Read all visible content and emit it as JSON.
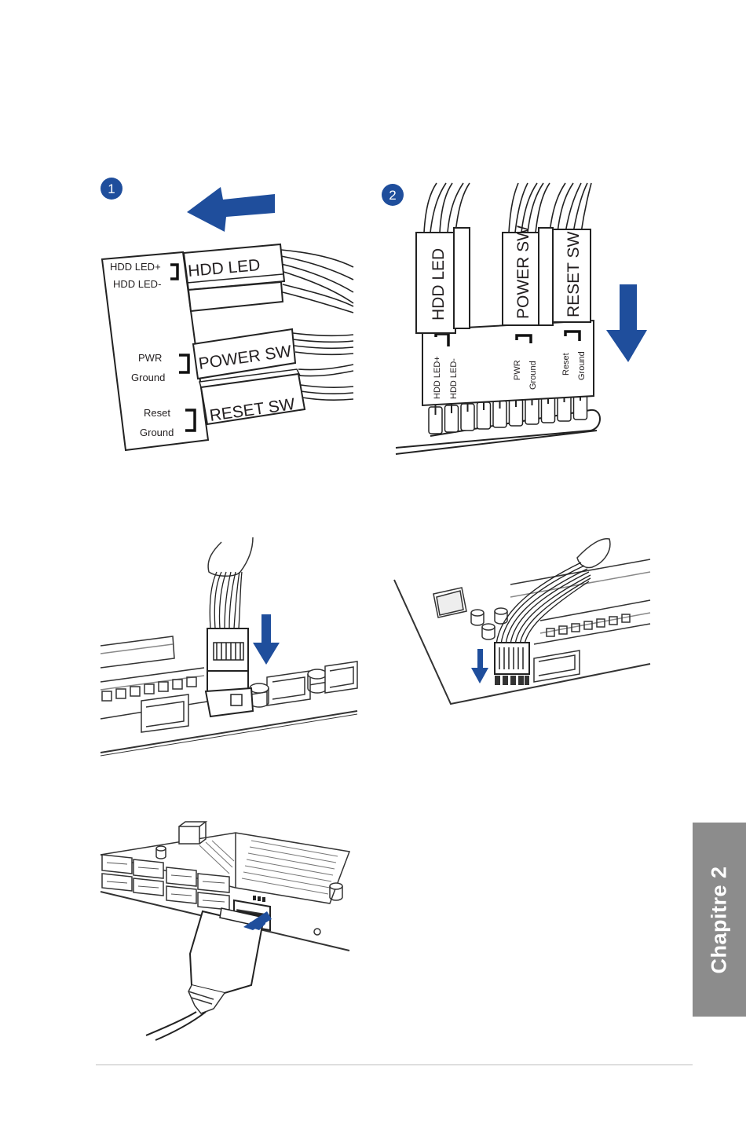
{
  "steps": {
    "one": "1",
    "two": "2"
  },
  "step1": {
    "pin_hdd_plus": "HDD LED+",
    "pin_hdd_minus": "HDD LED-",
    "pin_pwr": "PWR",
    "pin_pwr_ground": "Ground",
    "pin_reset": "Reset",
    "pin_reset_ground": "Ground",
    "conn_hdd": "HDD LED",
    "conn_power": "POWER SW",
    "conn_reset": "RESET SW"
  },
  "step2": {
    "conn_hdd": "HDD LED",
    "conn_power": "POWER SW",
    "conn_reset": "RESET SW",
    "pin_hdd_plus": "HDD  LED+",
    "pin_hdd_minus": "HDD  LED-",
    "pin_pwr": "PWR",
    "pin_pwr_ground": "Ground",
    "pin_reset": "Reset",
    "pin_reset_ground": "Ground"
  },
  "sidebar": {
    "chapter": "Chapitre 2"
  },
  "colors": {
    "arrow": "#1f4e9c",
    "tab": "#8c8c8c",
    "badge": "#1f4e9c"
  }
}
